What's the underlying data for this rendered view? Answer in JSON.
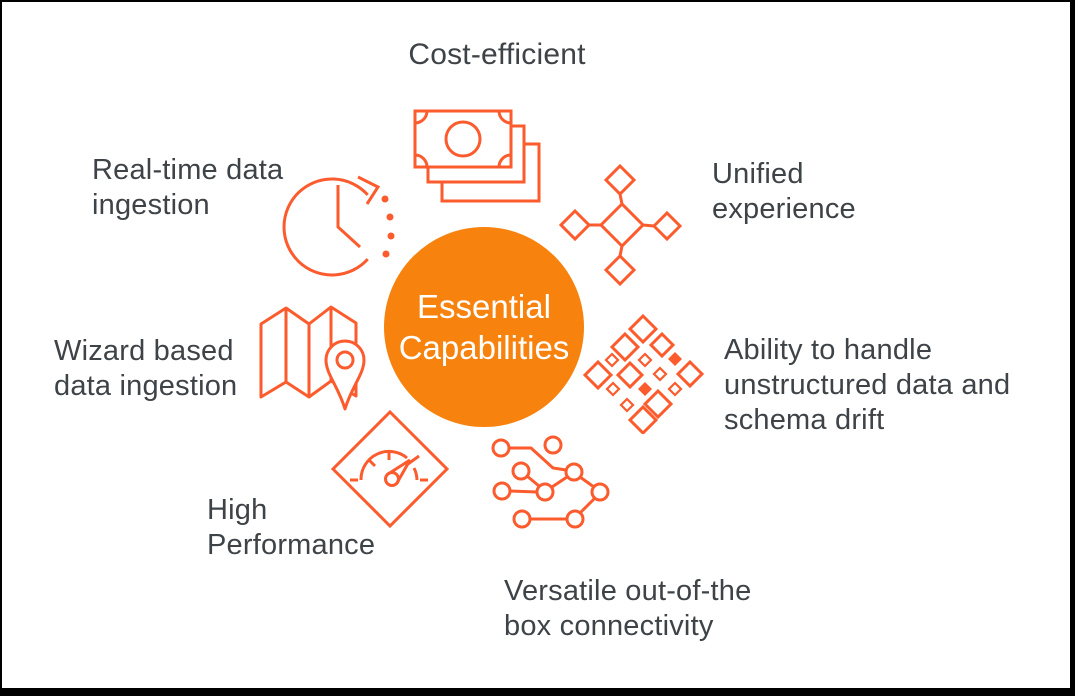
{
  "frame": {
    "background": "#FFFFFF",
    "border_color": "#000000"
  },
  "colors": {
    "icon_stroke": "#FB5B2D",
    "label_text": "#3E4347",
    "accent_fill": "#F7820D",
    "center_text": "#FFFFFF"
  },
  "center": {
    "label": "Essential Capabilities"
  },
  "items": [
    {
      "id": "cost-efficient",
      "label": "Cost-efficient",
      "icon": "money-bills-icon",
      "position": "top"
    },
    {
      "id": "unified-experience",
      "label": "Unified experience",
      "icon": "diamond-network-icon",
      "position": "top-right"
    },
    {
      "id": "unstructured-data",
      "label": "Ability to handle unstructured data and schema drift",
      "icon": "diamond-cluster-icon",
      "position": "right"
    },
    {
      "id": "versatile-connectivity",
      "label": "Versatile out-of-the box connectivity",
      "icon": "circuit-nodes-icon",
      "position": "bottom"
    },
    {
      "id": "high-performance",
      "label": "High Performance",
      "icon": "speedometer-icon",
      "position": "bottom-left"
    },
    {
      "id": "wizard-ingestion",
      "label": "Wizard based data ingestion",
      "icon": "map-pin-icon",
      "position": "left"
    },
    {
      "id": "realtime-ingestion",
      "label": "Real-time data ingestion",
      "icon": "clock-refresh-icon",
      "position": "top-left"
    }
  ]
}
